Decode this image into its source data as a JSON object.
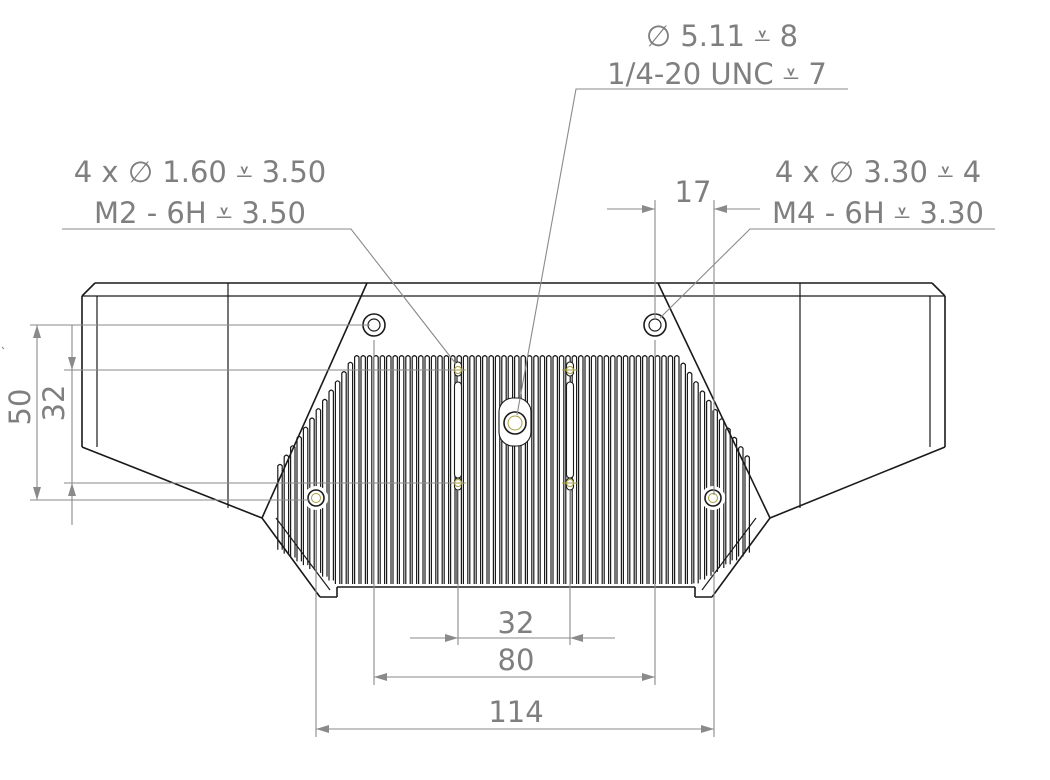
{
  "callouts": {
    "center_hole": {
      "line1": "∅ 5.11 ⩡ 8",
      "line2": "1/4-20 UNC  ⩡ 7"
    },
    "m2_holes": {
      "line1": "4 x ∅ 1.60 ⩡ 3.50",
      "line2": "M2 - 6H ⩡ 3.50"
    },
    "m4_holes": {
      "line1": "4 x ∅ 3.30 ⩡ 4",
      "line2": "M4 - 6H ⩡ 3.30"
    }
  },
  "dimensions": {
    "d17": "17",
    "d50": "50",
    "d32_vertical": "32",
    "d32_horizontal": "32",
    "d80": "80",
    "d114": "114"
  },
  "colors": {
    "part_line": "#1a1a1a",
    "dimension": "#7f7f7f",
    "thread": "#a8a040"
  }
}
